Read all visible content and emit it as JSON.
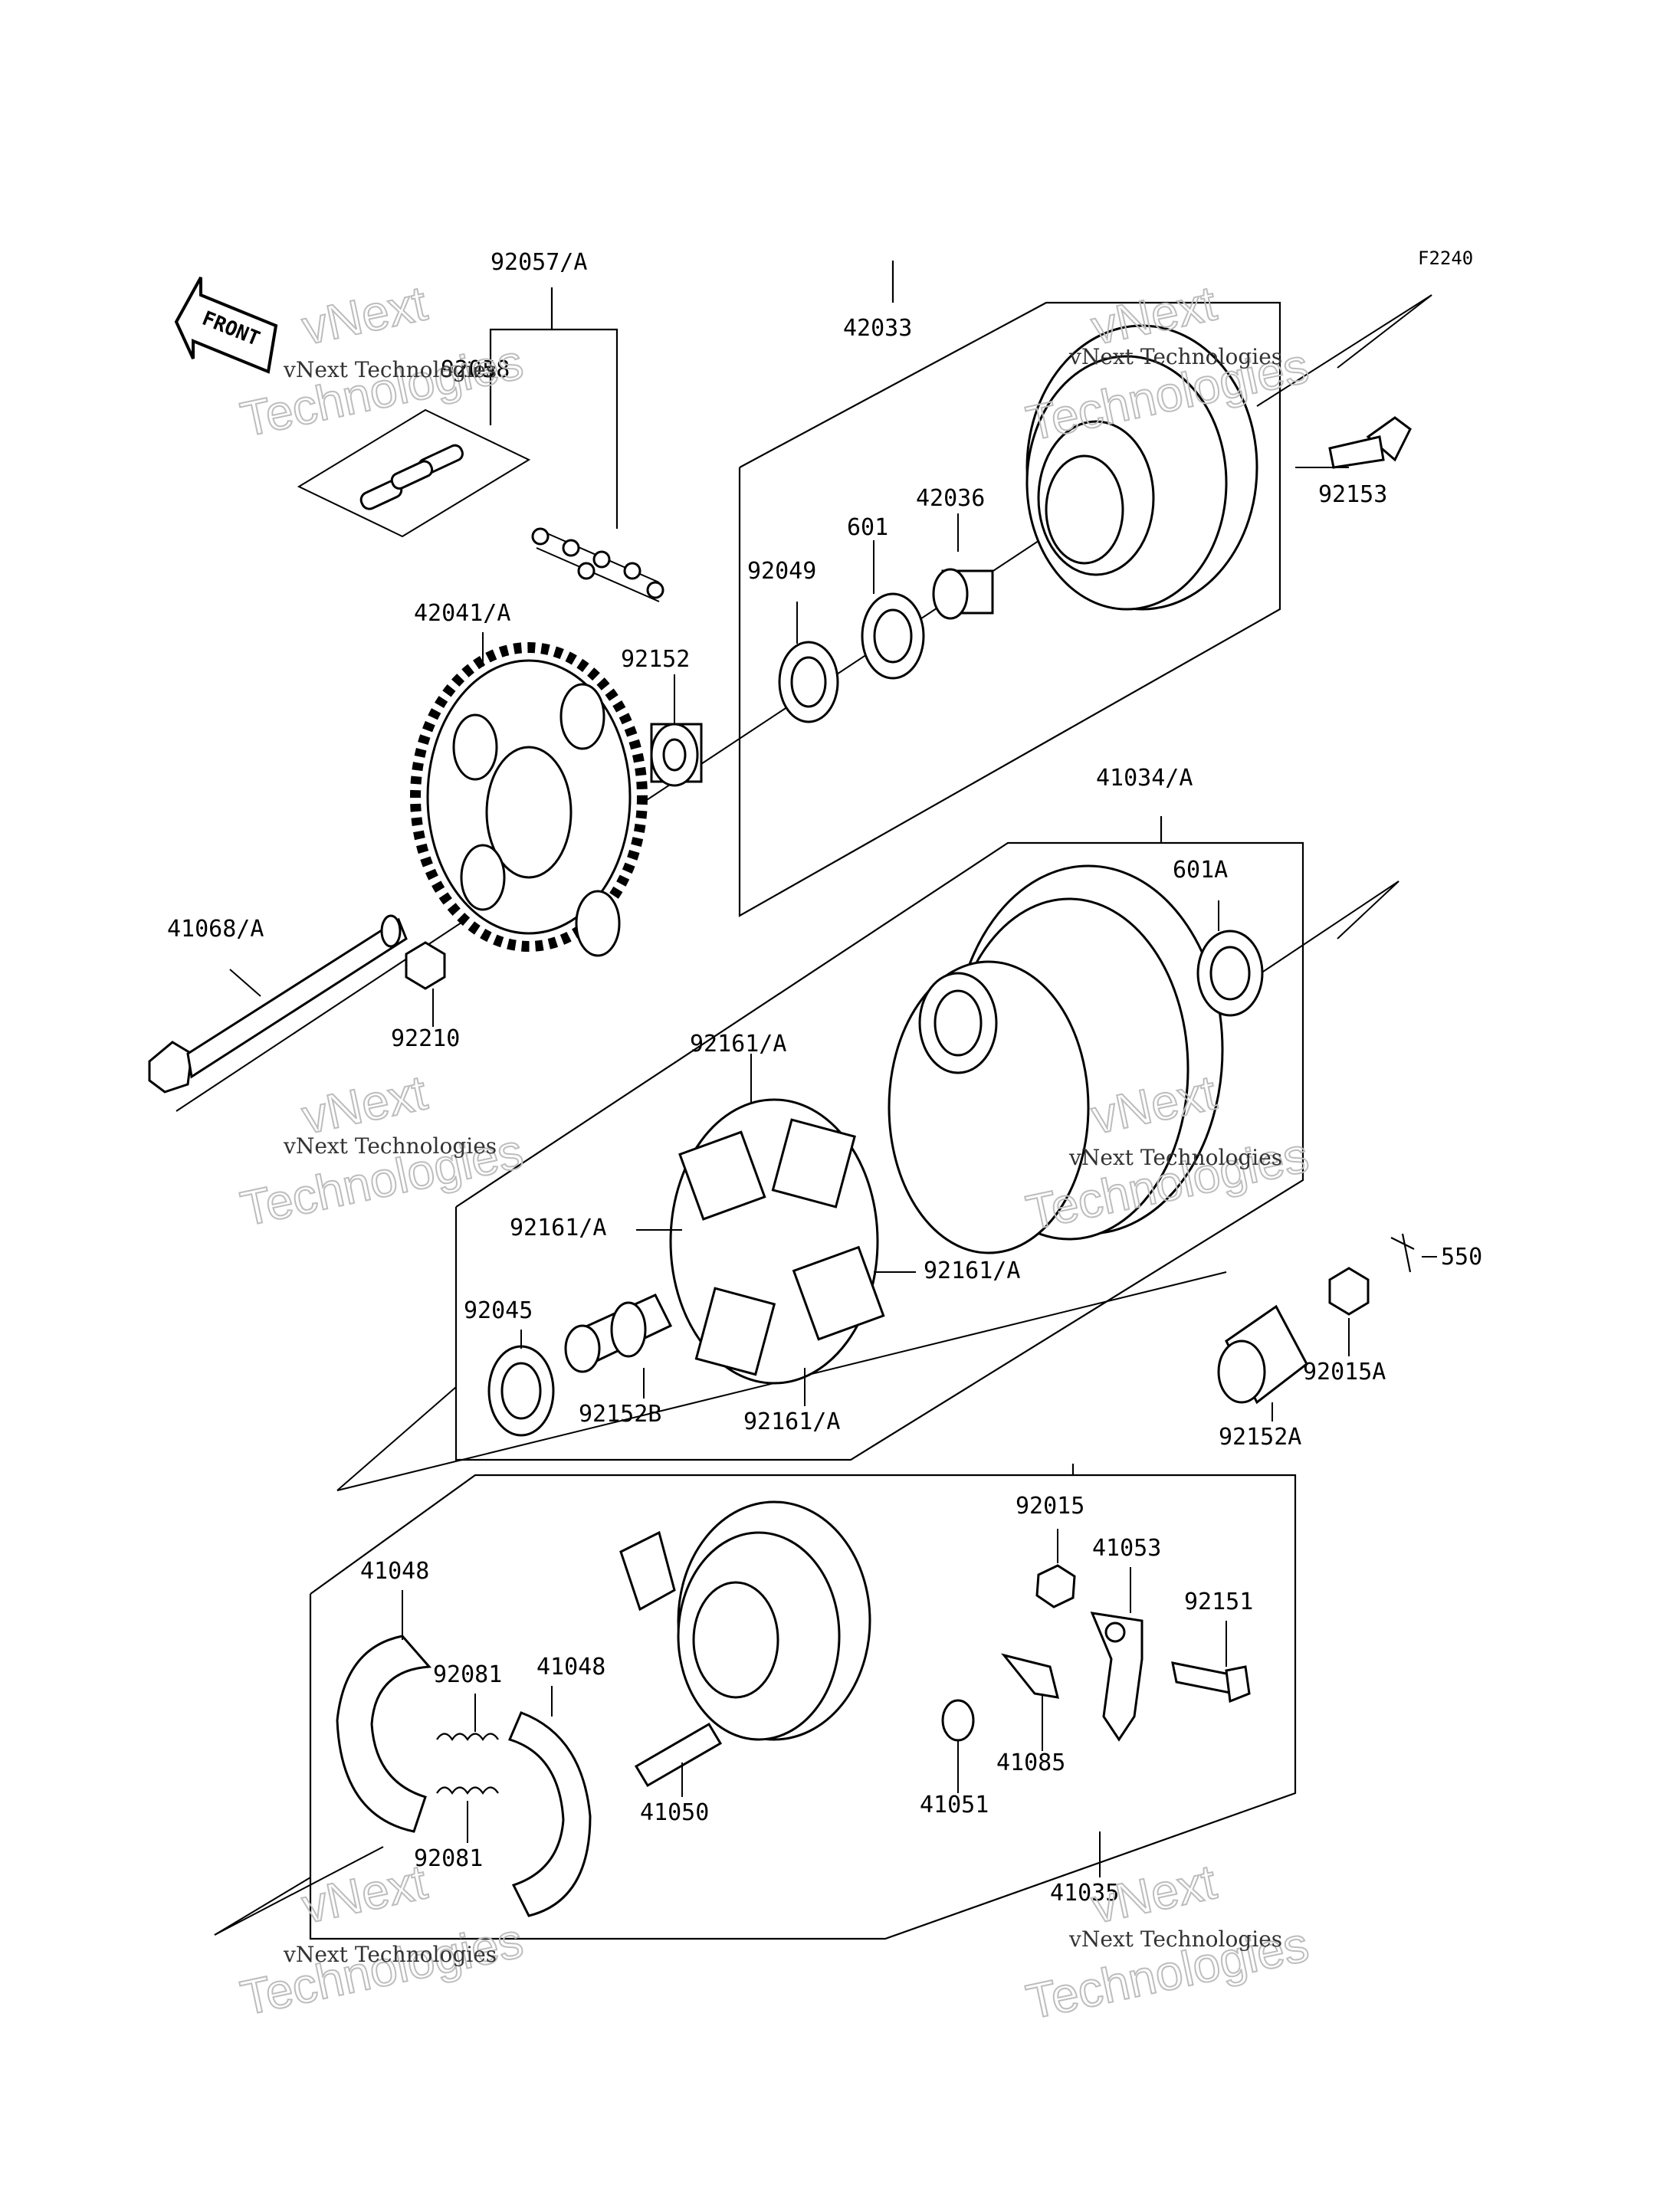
{
  "diagram": {
    "code": "F2240",
    "front_label": "FRONT",
    "watermark": {
      "line1": "vNext Technologies",
      "line2": "vNext",
      "line3": "Technologies"
    },
    "labels": [
      "92057/A",
      "92058",
      "42033",
      "92153",
      "42036",
      "601",
      "92049",
      "92152",
      "42041/A",
      "41034/A",
      "601A",
      "41068/A",
      "92210",
      "92161/A",
      "92161/A",
      "92161/A",
      "92161/A",
      "92045",
      "92152B",
      "550",
      "92015A",
      "92152A",
      "92015",
      "41053",
      "92151",
      "41048",
      "92081",
      "41048",
      "92081",
      "41050",
      "41085",
      "41051",
      "41035"
    ]
  }
}
